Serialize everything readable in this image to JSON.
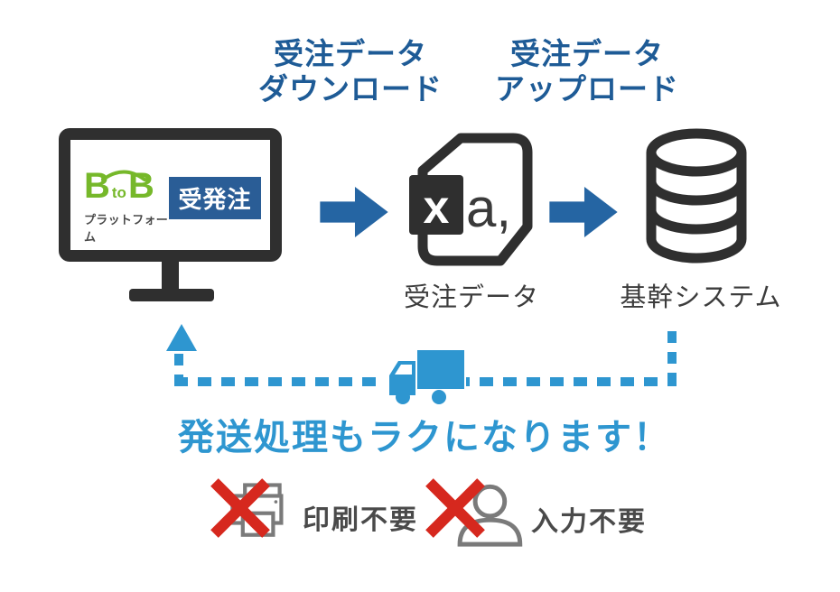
{
  "colors": {
    "deep_blue": "#1e5b96",
    "arrow_blue": "#2565a3",
    "light_blue": "#2e96d0",
    "logo_green": "#76b82a",
    "badge_blue": "#2a5d96",
    "icon_dark": "#2f2f2f",
    "icon_gray": "#7a7a7a",
    "red": "#d6281e"
  },
  "header": {
    "download": {
      "line1": "受注データ",
      "line2": "ダウンロード"
    },
    "upload": {
      "line1": "受注データ",
      "line2": "アップロード"
    }
  },
  "monitor": {
    "logo": {
      "b1": "B",
      "to": "to",
      "b2": "B",
      "platform": "プラットフォーム",
      "badge": "受発注"
    }
  },
  "flow": {
    "file_glyph_x": "x",
    "file_glyph_a": "a,",
    "file_label": "受注データ",
    "database_label": "基幹システム"
  },
  "shipping": {
    "message": "発送処理もラクになります！"
  },
  "benefits": [
    {
      "icon": "printer",
      "label": "印刷不要"
    },
    {
      "icon": "person",
      "label": "入力不要"
    }
  ]
}
